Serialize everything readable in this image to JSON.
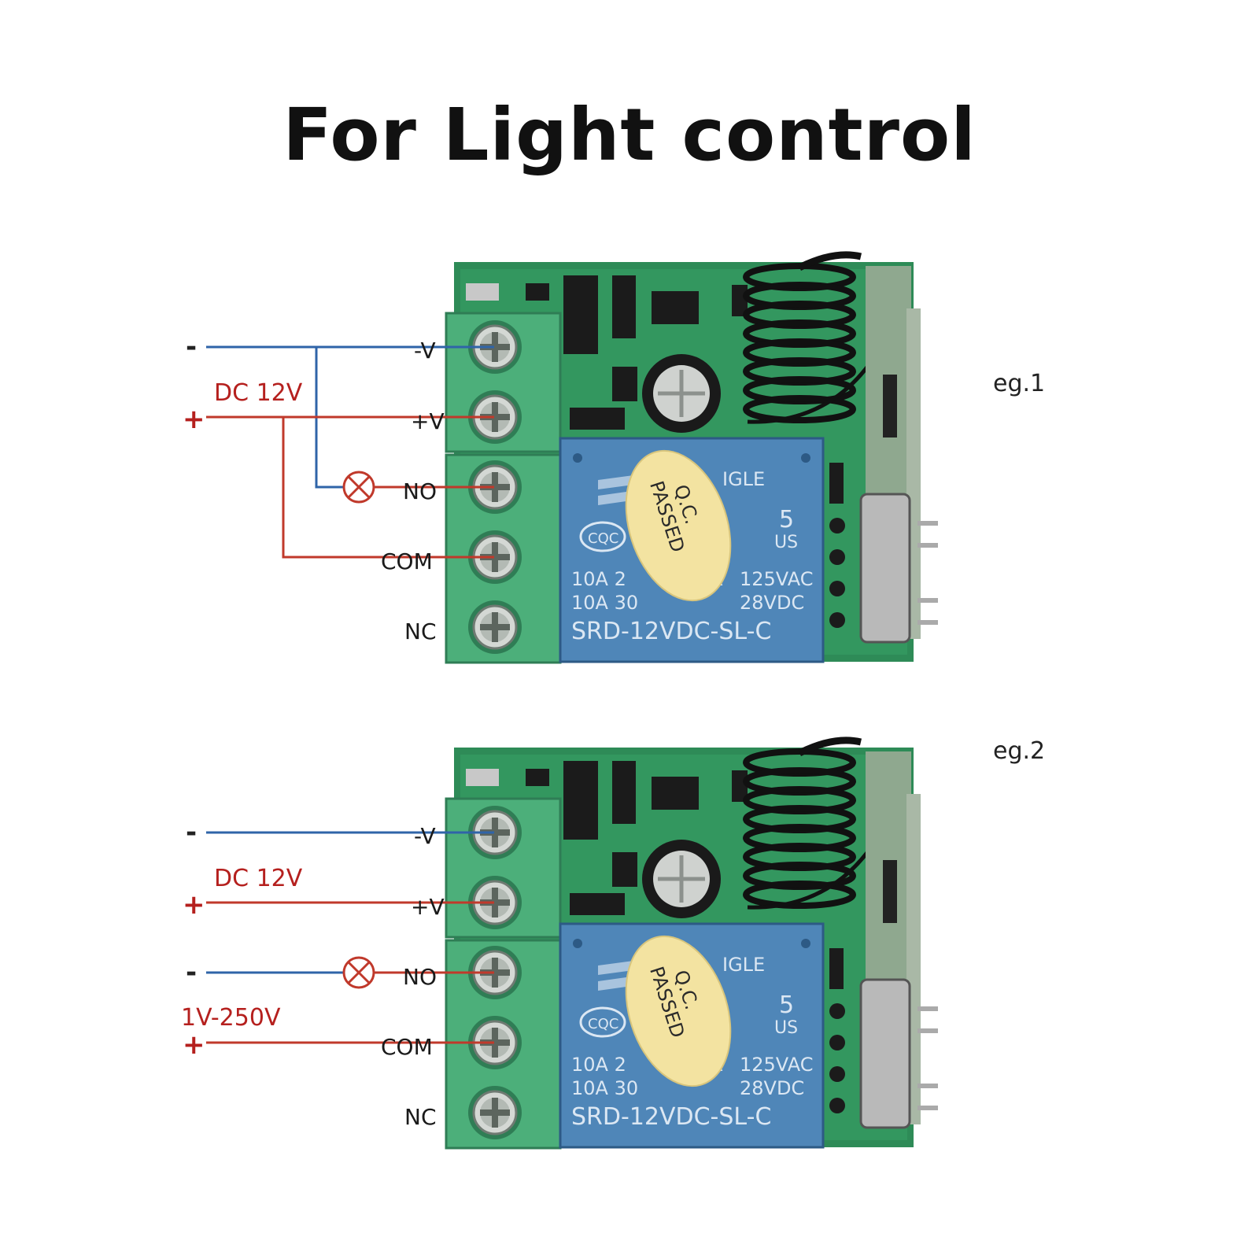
{
  "title": "For Light control",
  "colors": {
    "wire_positive": "#c0392b",
    "wire_negative": "#2f64a8",
    "label_red": "#b5201e",
    "pcb_green": "#2e8b57",
    "terminal_green": "#4caf7a",
    "relay_blue": "#4f86b8",
    "qc_sticker": "#f3e3a1"
  },
  "icons": [
    "lamp-icon",
    "relay-module",
    "antenna-coil"
  ],
  "examples": [
    {
      "label": "eg.1",
      "minus": "-",
      "plus": "+",
      "supply": "DC 12V",
      "terminals": [
        "-V",
        "+V",
        "NO",
        "COM",
        "NC"
      ],
      "relay": {
        "brand": "SONGLE",
        "brand_visible": "IGLE",
        "mark_cqc": "CQC",
        "ul_us": "US",
        "ul_num": "5",
        "rating_left1": "10A 2",
        "rating_left2": "10A 30",
        "rating_right1": "125VAC",
        "rating_right2": "28VDC",
        "mid_a": "A",
        "model": "SRD-12VDC-SL-C",
        "sticker1": "Q.C.",
        "sticker2": "PASSED"
      }
    },
    {
      "label": "eg.2",
      "minus": "-",
      "plus": "+",
      "supply": "DC 12V",
      "load_minus": "-",
      "load_plus": "+",
      "load_supply": "1V-250V",
      "terminals": [
        "-V",
        "+V",
        "NO",
        "COM",
        "NC"
      ],
      "relay": {
        "brand": "SONGLE",
        "brand_visible": "IGLE",
        "mark_cqc": "CQC",
        "ul_us": "US",
        "ul_num": "5",
        "rating_left1": "10A 2",
        "rating_left2": "10A 30",
        "rating_right1": "125VAC",
        "rating_right2": "28VDC",
        "mid_a": "A",
        "model": "SRD-12VDC-SL-C",
        "sticker1": "Q.C.",
        "sticker2": "PASSED"
      }
    }
  ]
}
